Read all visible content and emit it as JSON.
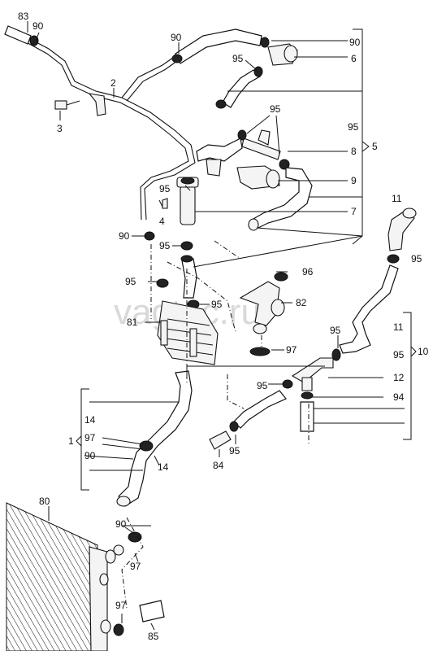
{
  "watermark": "vagtec.ru",
  "labels": {
    "l83": "83",
    "l90a": "90",
    "l90b": "90",
    "l90c": "90",
    "l6": "6",
    "l95a": "95",
    "l2": "2",
    "l3": "3",
    "l95b": "95",
    "l95c": "95",
    "l5": "5",
    "l8": "8",
    "l9": "9",
    "l95d": "95",
    "l4": "4",
    "l7": "7",
    "l11a": "11",
    "l90d": "90",
    "l95e": "95",
    "l95f": "95",
    "l96": "96",
    "l95g": "95",
    "l95h": "95",
    "l82": "82",
    "l81": "81",
    "l97a": "97",
    "l95i": "95",
    "l11b": "11",
    "l95j": "95",
    "l95k": "95",
    "l12": "12",
    "l10": "10",
    "l94": "94",
    "l14a": "14",
    "l1": "1",
    "l97b": "97",
    "l90e": "90",
    "l14b": "14",
    "l95l": "95",
    "l84": "84",
    "l80": "80",
    "l90f": "90",
    "l97c": "97",
    "l97d": "97",
    "l85": "85"
  }
}
